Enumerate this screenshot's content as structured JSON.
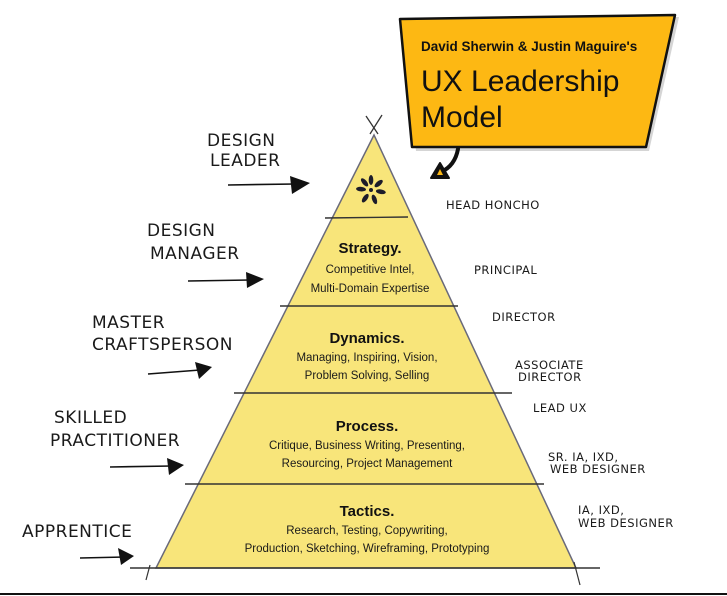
{
  "callout": {
    "subtitle": "David Sherwin & Justin Maguire's",
    "title_line1": "UX Leadership",
    "title_line2": "Model",
    "fill_color": "#FDB813",
    "border_color": "#111111"
  },
  "pyramid": {
    "fill_color": "#F8E57A",
    "apex_icon": "sunburst-icon",
    "tiers": [
      {
        "title": "Strategy.",
        "lines": [
          "Competitive Intel,",
          "Multi-Domain Expertise"
        ]
      },
      {
        "title": "Dynamics.",
        "lines": [
          "Managing, Inspiring, Vision,",
          "Problem Solving, Selling"
        ]
      },
      {
        "title": "Process.",
        "lines": [
          "Critique, Business Writing, Presenting,",
          "Resourcing, Project Management"
        ]
      },
      {
        "title": "Tactics.",
        "lines": [
          "Research, Testing, Copywriting,",
          "Production, Sketching, Wireframing, Prototyping"
        ]
      }
    ]
  },
  "roles_left": [
    {
      "lines": [
        "DESIGN",
        "LEADER"
      ]
    },
    {
      "lines": [
        "DESIGN",
        "MANAGER"
      ]
    },
    {
      "lines": [
        "MASTER",
        "CRAFTSPERSON"
      ]
    },
    {
      "lines": [
        "SKILLED",
        "PRACTITIONER"
      ]
    },
    {
      "lines": [
        "APPRENTICE"
      ]
    }
  ],
  "titles_right": [
    {
      "lines": [
        "HEAD HONCHO"
      ]
    },
    {
      "lines": [
        "PRINCIPAL"
      ]
    },
    {
      "lines": [
        "DIRECTOR"
      ]
    },
    {
      "lines": [
        "ASSOCIATE",
        "DIRECTOR"
      ]
    },
    {
      "lines": [
        "LEAD UX"
      ]
    },
    {
      "lines": [
        "SR. IA, IXD,",
        "WEB DESIGNER"
      ]
    },
    {
      "lines": [
        "IA, IXD,",
        "WEB DESIGNER"
      ]
    }
  ]
}
